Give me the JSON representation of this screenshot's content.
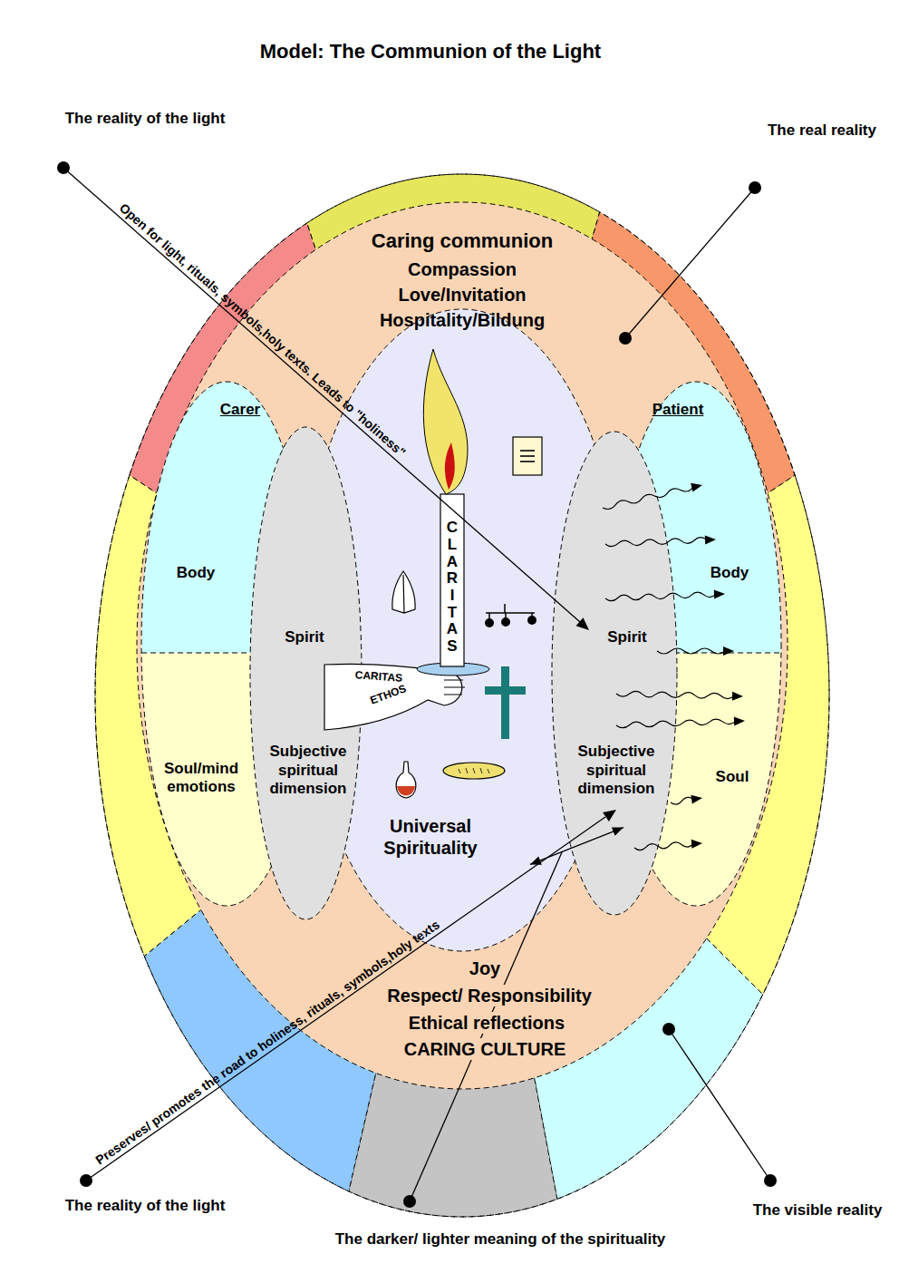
{
  "diagram": {
    "title": "Model: The Communion of the Light",
    "nodes": [
      {
        "text": [
          "Caring communion",
          "Compassion",
          "Love/Invitation",
          "Hospitality/Bildung",
          "Joy",
          "Respect/ Responsibility",
          "Ethical reflections",
          "CARING CULTURE"
        ]
      },
      {
        "text": [
          "Carer"
        ],
        "in": 0
      },
      {
        "text": [
          "Body"
        ],
        "in": 1
      },
      {
        "text": [
          "Soul/mind emotions"
        ],
        "in": 1
      },
      {
        "text": [
          "Spirit",
          "Subjective spiritual dimension"
        ],
        "in": 1
      },
      {
        "text": [
          "Universal Spirituality"
        ],
        "in": 0
      },
      {
        "text": [
          "Patient"
        ],
        "in": 0
      },
      {
        "text": [
          "Body"
        ],
        "in": 6
      },
      {
        "text": [
          "Soul"
        ],
        "in": 6
      },
      {
        "text": [
          "Spirit",
          "Subjective spiritual dimension"
        ],
        "in": 6
      }
    ],
    "edges": [
      {
        "from": 5,
        "to": 9,
        "arrow": "both"
      }
    ],
    "labels": [
      "The reality of the light",
      "The real reality",
      "Open for light, rituals, symbols,holy texts. Leads to \"holiness\"",
      "CLARITAS",
      "CARITAS",
      "ETHOS",
      "Preserves/ promotes the road to holiness, rituals, symbols,holy texts",
      "The reality of the light",
      "The darker/ lighter meaning of the spirituality",
      "The visible reality"
    ]
  }
}
